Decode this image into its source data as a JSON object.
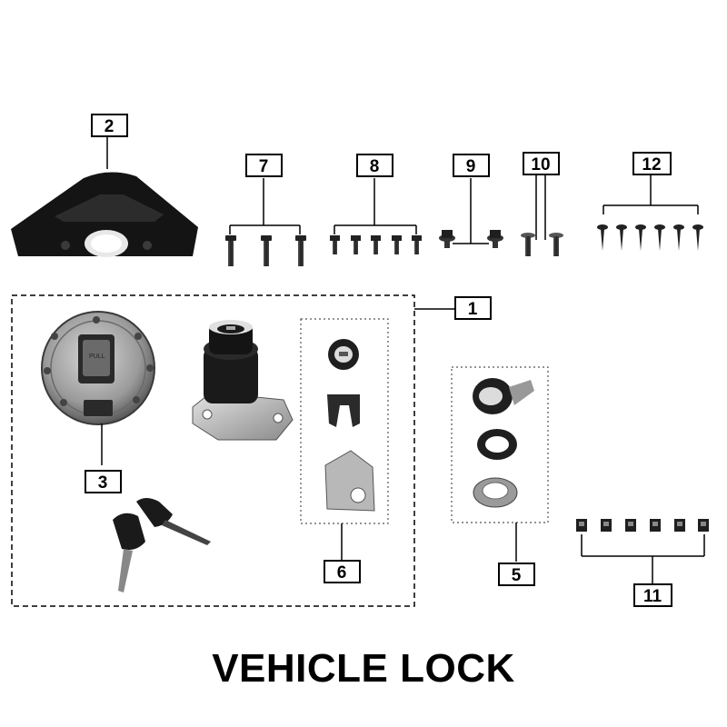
{
  "title": "VEHICLE LOCK",
  "callouts": {
    "c1": "1",
    "c2": "2",
    "c3": "3",
    "c5": "5",
    "c6": "6",
    "c7": "7",
    "c8": "8",
    "c9": "9",
    "c10": "10",
    "c11": "11",
    "c12": "12"
  },
  "fuel_cap_label": "PULL",
  "colors": {
    "ink": "#000000",
    "part_dark": "#1a1a1a",
    "part_mid": "#7a7a7a",
    "part_light": "#c8c8c8"
  }
}
